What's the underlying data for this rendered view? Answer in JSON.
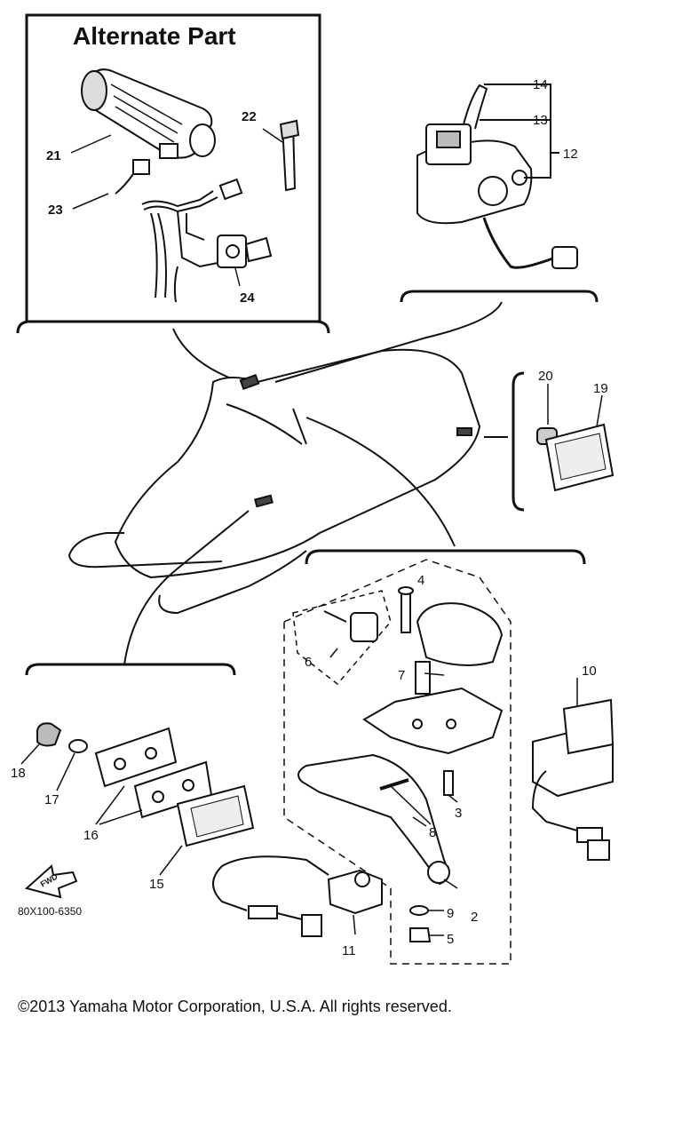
{
  "inset": {
    "title": "Alternate Part"
  },
  "callouts": {
    "n2": "2",
    "n3": "3",
    "n4": "4",
    "n5": "5",
    "n6": "6",
    "n7": "7",
    "n8": "8",
    "n9": "9",
    "n10": "10",
    "n11": "11",
    "n12": "12",
    "n13": "13",
    "n14": "14",
    "n15": "15",
    "n16": "16",
    "n17": "17",
    "n18": "18",
    "n19": "19",
    "n20": "20",
    "n21": "21",
    "n22": "22",
    "n23": "23",
    "n24": "24"
  },
  "fwd_label": "FWD",
  "diagram_code": "80X100-6350",
  "copyright": "©2013 Yamaha Motor Corporation, U.S.A. All rights reserved.",
  "colors": {
    "ink": "#111111",
    "background": "#ffffff"
  }
}
